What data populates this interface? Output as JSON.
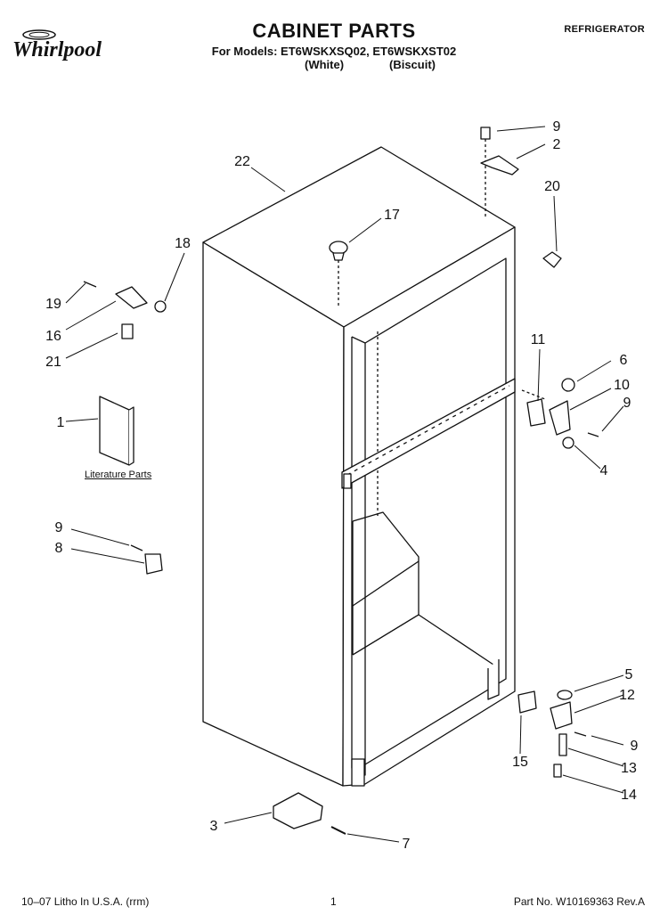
{
  "header": {
    "brand": "Whirlpool",
    "title": "CABINET PARTS",
    "models_line": "For Models: ET6WSKXSQ02, ET6WSKXST02",
    "color_white": "(White)",
    "color_biscuit": "(Biscuit)",
    "category": "REFRIGERATOR"
  },
  "literature_label": "Literature Parts",
  "callouts": [
    "9",
    "2",
    "20",
    "22",
    "17",
    "18",
    "19",
    "16",
    "21",
    "1",
    "11",
    "6",
    "10",
    "9",
    "4",
    "9",
    "8",
    "5",
    "12",
    "9",
    "15",
    "13",
    "14",
    "3",
    "7"
  ],
  "footer": {
    "print_info": "10–07 Litho In U.S.A. (rrm)",
    "page": "1",
    "part_number": "Part No. W10169363 Rev.A"
  }
}
